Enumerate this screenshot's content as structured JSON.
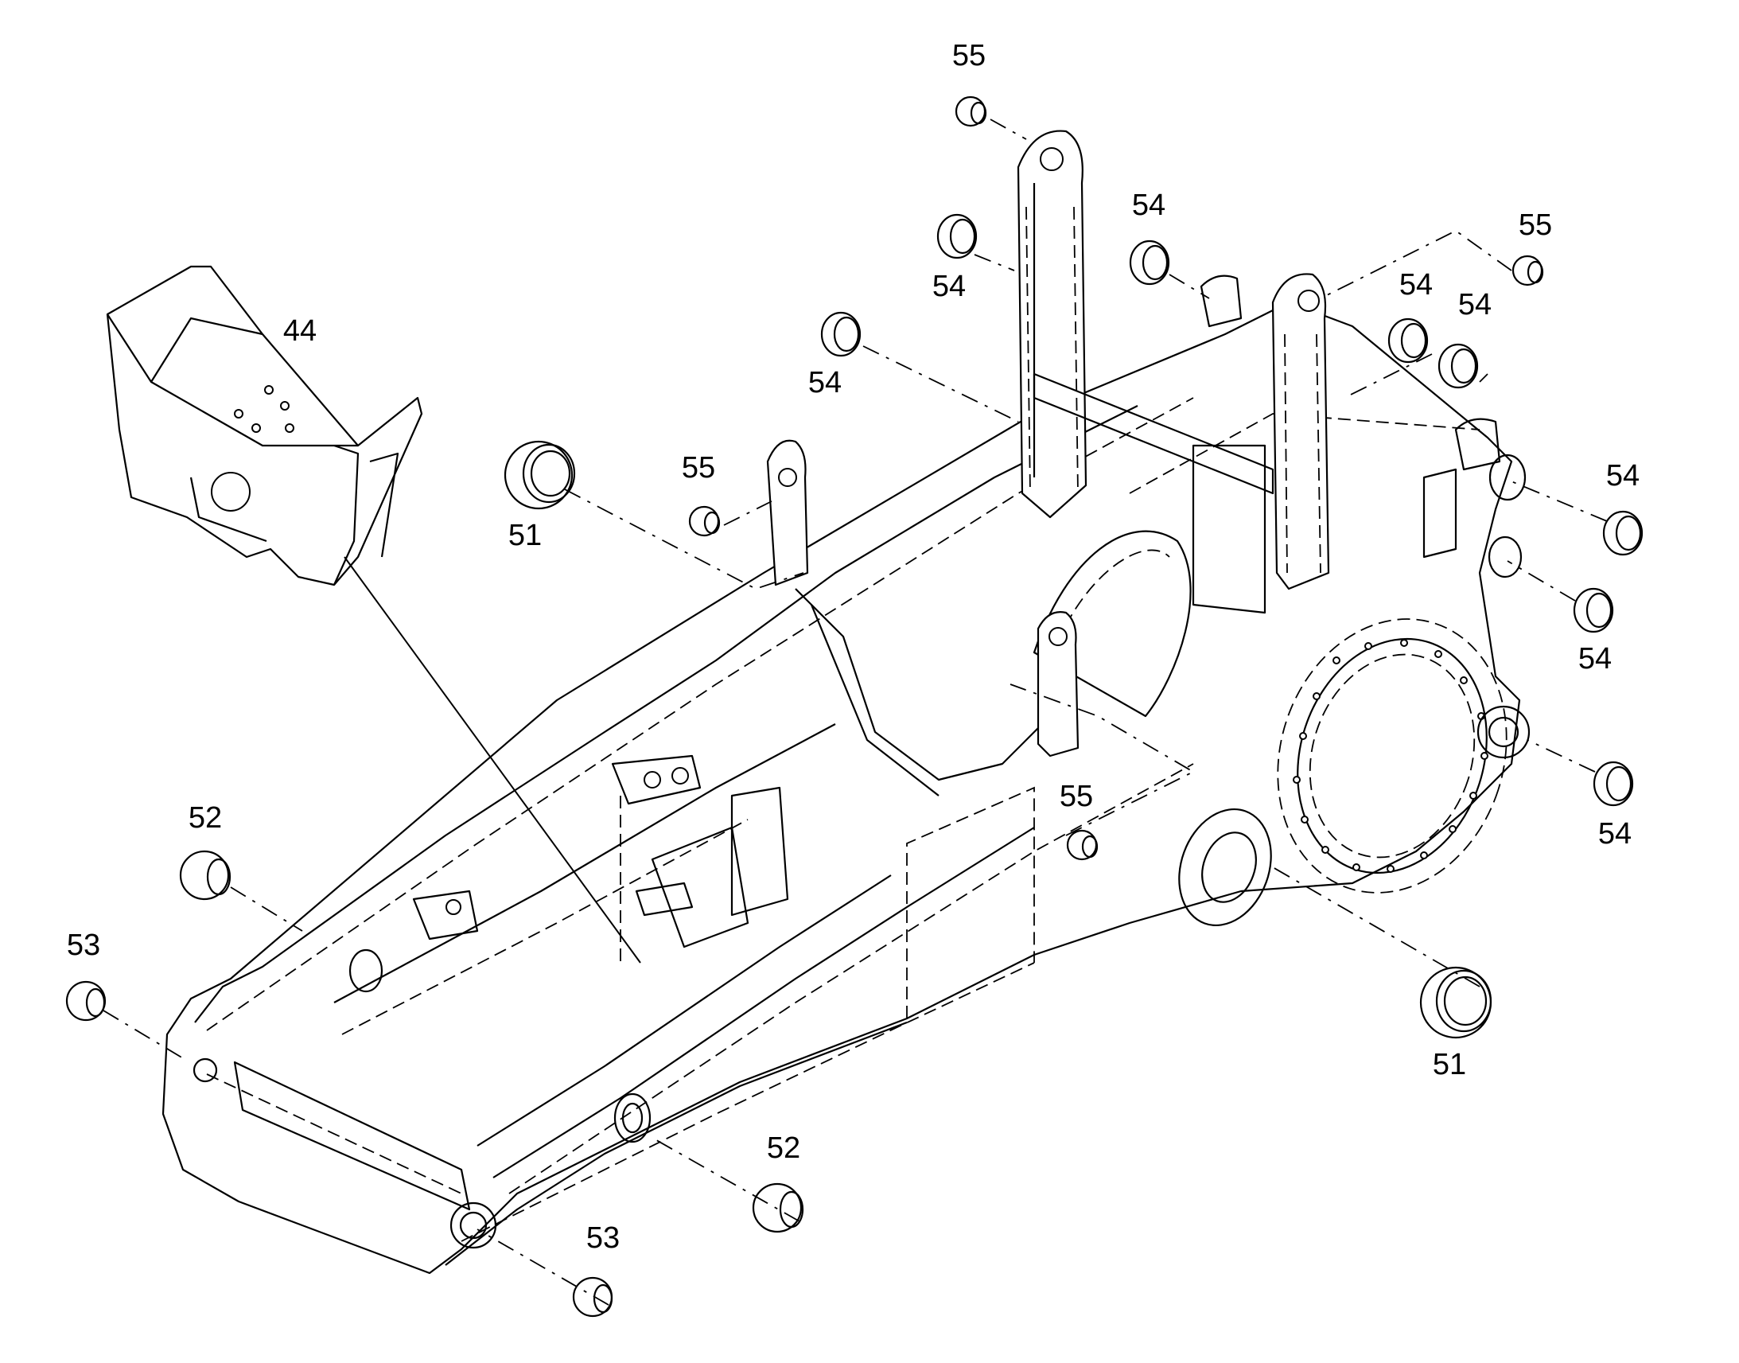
{
  "callouts": {
    "c44": "44",
    "c51a": "51",
    "c51b": "51",
    "c52a": "52",
    "c52b": "52",
    "c53a": "53",
    "c53b": "53",
    "c54a": "54",
    "c54b": "54",
    "c54c": "54",
    "c54d": "54",
    "c54e": "54",
    "c54f": "54",
    "c54g": "54",
    "c54h": "54",
    "c55a": "55",
    "c55b": "55",
    "c55c": "55",
    "c55d": "55"
  }
}
